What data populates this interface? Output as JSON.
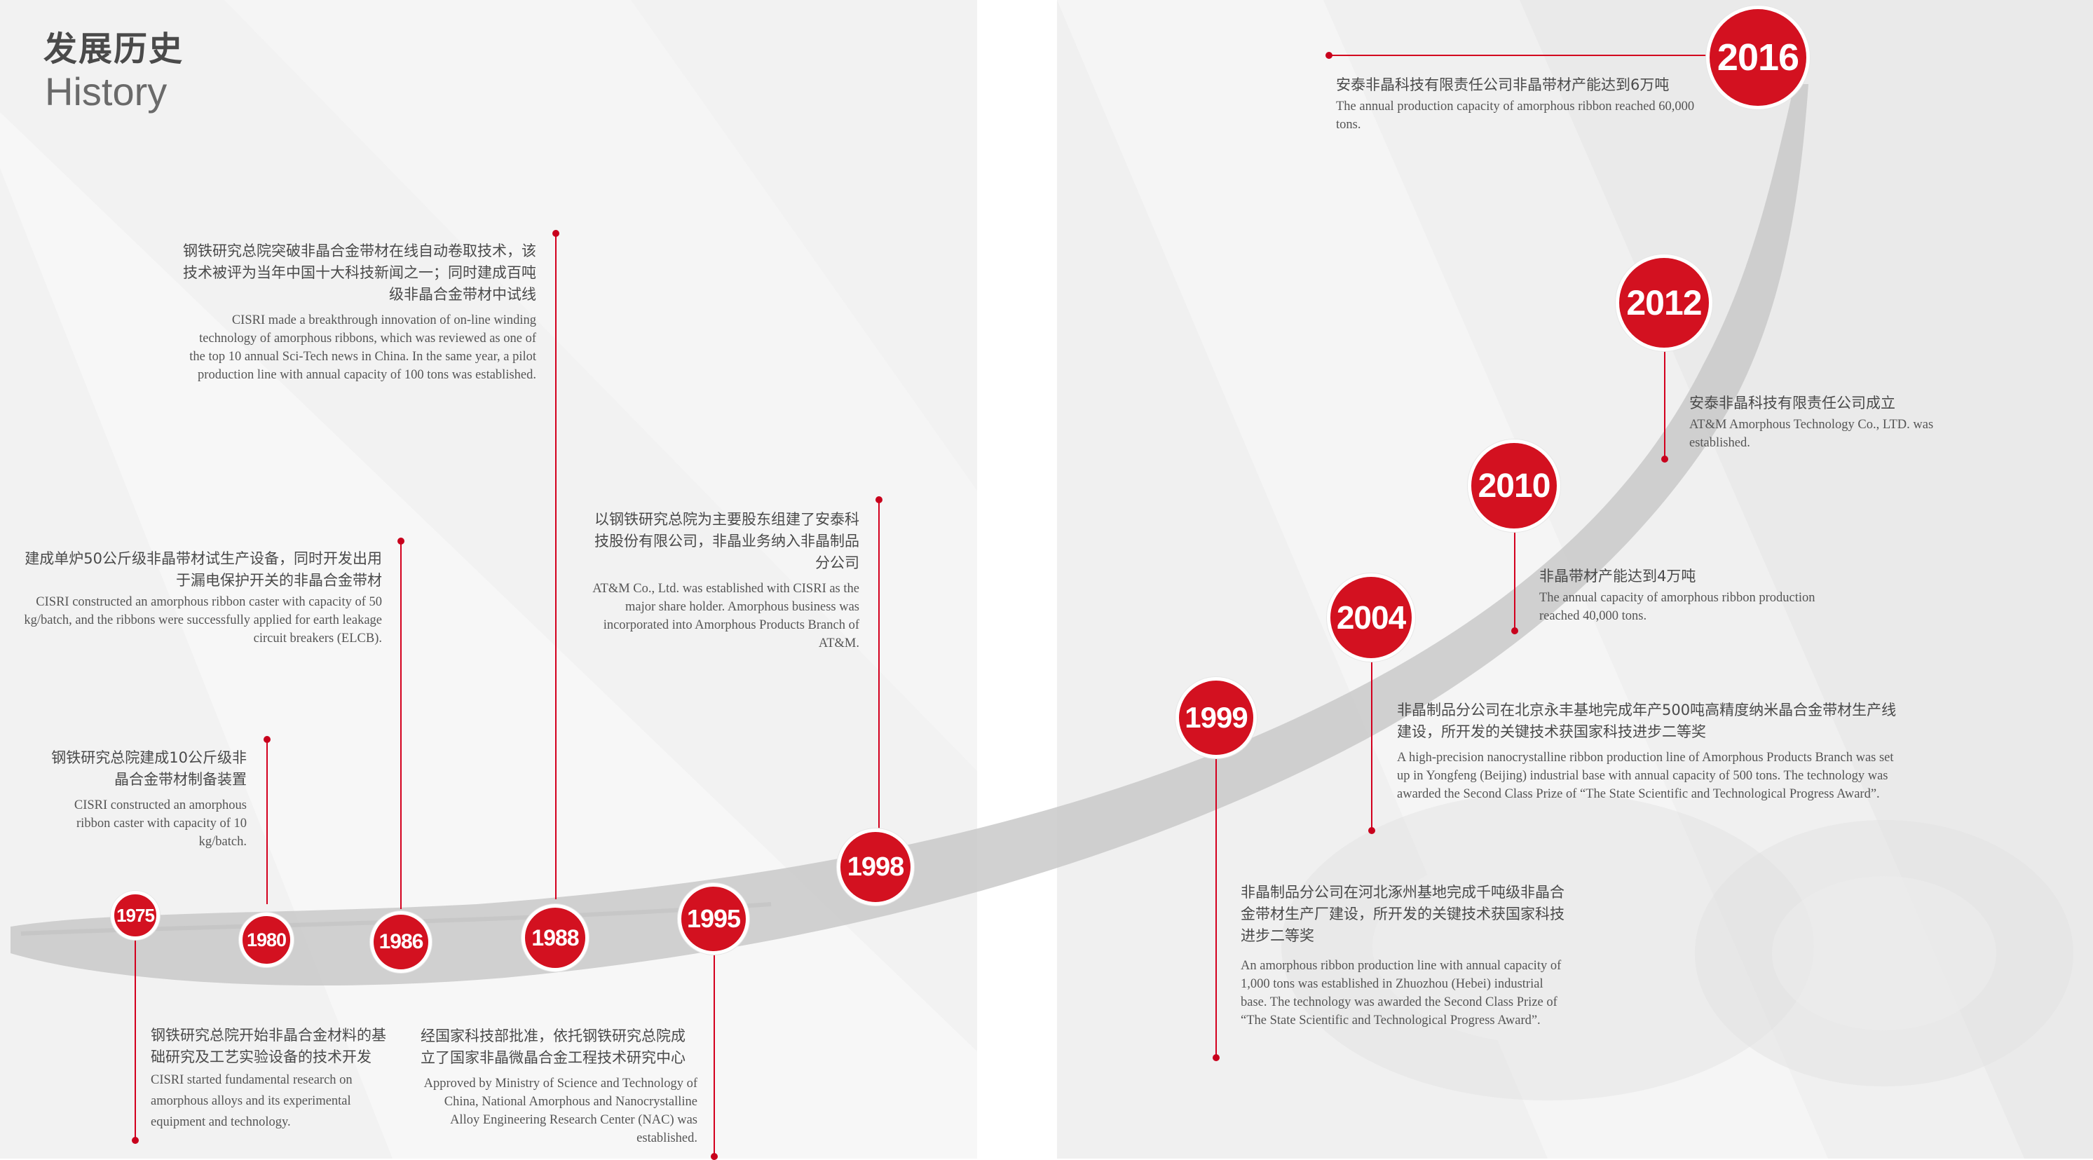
{
  "heading": {
    "cn": "发展历史",
    "en": "History"
  },
  "events": [
    {
      "year": "1975",
      "cn": "钢铁研究总院开始非晶合金材料的基础研究及工艺实验设备的技术开发",
      "en": "CISRI started fundamental research on amorphous alloys and its experimental equipment and technology."
    },
    {
      "year": "1980",
      "cn": "钢铁研究总院建成10公斤级非晶合金带材制备装置",
      "en": "CISRI constructed an amorphous ribbon caster with capacity of 10 kg/batch."
    },
    {
      "year": "1986",
      "cn": "建成单炉50公斤级非晶带材试生产设备，同时开发出用于漏电保护开关的非晶合金带材",
      "en": "CISRI constructed an amorphous ribbon caster with capacity of 50 kg/batch, and the ribbons were successfully applied for earth leakage circuit breakers (ELCB)."
    },
    {
      "year": "1988",
      "cn": "钢铁研究总院突破非晶合金带材在线自动卷取技术，该技术被评为当年中国十大科技新闻之一；同时建成百吨级非晶合金带材中试线",
      "en": "CISRI made a breakthrough innovation of on-line winding technology of amorphous ribbons, which was reviewed as one of the top 10 annual Sci-Tech news in China. In the same year, a pilot production line with annual capacity of 100 tons was established."
    },
    {
      "year": "1995",
      "cn": "经国家科技部批准，依托钢铁研究总院成立了国家非晶微晶合金工程技术研究中心",
      "en": "Approved by Ministry of Science and Technology of China, National Amorphous and Nanocrystalline Alloy Engineering Research Center (NAC) was established."
    },
    {
      "year": "1998",
      "cn": "以钢铁研究总院为主要股东组建了安泰科技股份有限公司，非晶业务纳入非晶制品分公司",
      "en": "AT&M Co., Ltd. was established with CISRI as the major share holder. Amorphous business was incorporated into Amorphous Products Branch of AT&M."
    },
    {
      "year": "1999",
      "cn": "非晶制品分公司在河北涿州基地完成千吨级非晶合金带材生产厂建设，所开发的关键技术获国家科技进步二等奖",
      "en": "An amorphous ribbon production line with annual capacity of 1,000 tons was established in Zhuozhou (Hebei) industrial base. The technology was awarded the Second Class Prize of “The State Scientific and Technological Progress Award”."
    },
    {
      "year": "2004",
      "cn": "非晶制品分公司在北京永丰基地完成年产500吨高精度纳米晶合金带材生产线建设，所开发的关键技术获国家科技进步二等奖",
      "en": "A high-precision nanocrystalline ribbon production line of Amorphous Products Branch was set up in Yongfeng (Beijing) industrial base with annual capacity of 500 tons. The technology was awarded the Second Class Prize of “The State Scientific and Technological Progress Award”."
    },
    {
      "year": "2010",
      "cn": "非晶带材产能达到4万吨",
      "en": "The annual capacity of amorphous ribbon production reached 40,000 tons."
    },
    {
      "year": "2012",
      "cn": "安泰非晶科技有限责任公司成立",
      "en": "AT&M Amorphous Technology Co., LTD. was established."
    },
    {
      "year": "2016",
      "cn": "安泰非晶科技有限责任公司非晶带材产能达到6万吨",
      "en": "The annual production capacity of amorphous ribbon reached 60,000 tons."
    }
  ],
  "colors": {
    "accent": "#d31120",
    "path": "#c8c8c8",
    "background": "#f2f2f2"
  }
}
